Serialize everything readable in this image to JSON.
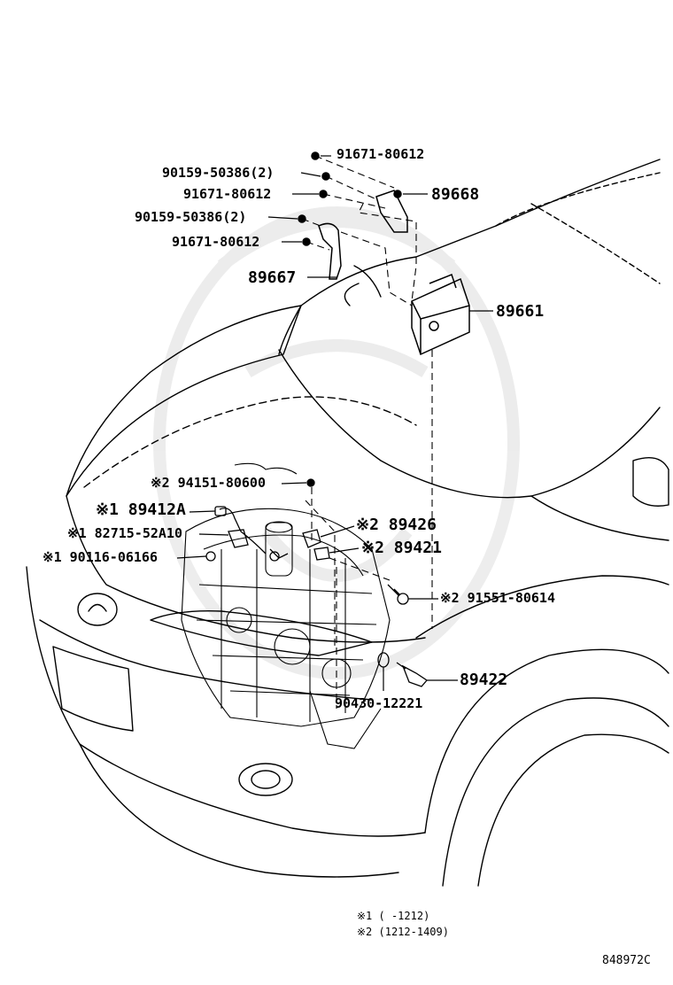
{
  "parts": {
    "p1": "91671-80612",
    "p2": "90159-50386(2)",
    "p3": "91671-80612",
    "p4": "90159-50386(2)",
    "p5": "91671-80612",
    "p6": "89668",
    "p7": "89667",
    "p8": "89661",
    "p9": "※2 94151-80600",
    "p10": "※1 89412A",
    "p11": "※1 82715-52A10",
    "p12": "※1 90116-06166",
    "p13": "※2 89426",
    "p14": "※2 89421",
    "p15": "※2 91551-80614",
    "p16": "89422",
    "p17": "90430-12221"
  },
  "notes": {
    "n1": "※1 (     -1212)",
    "n2": "※2 (1212-1409)"
  },
  "figure_code": "848972C",
  "colors": {
    "line": "#000000",
    "background": "#ffffff"
  }
}
